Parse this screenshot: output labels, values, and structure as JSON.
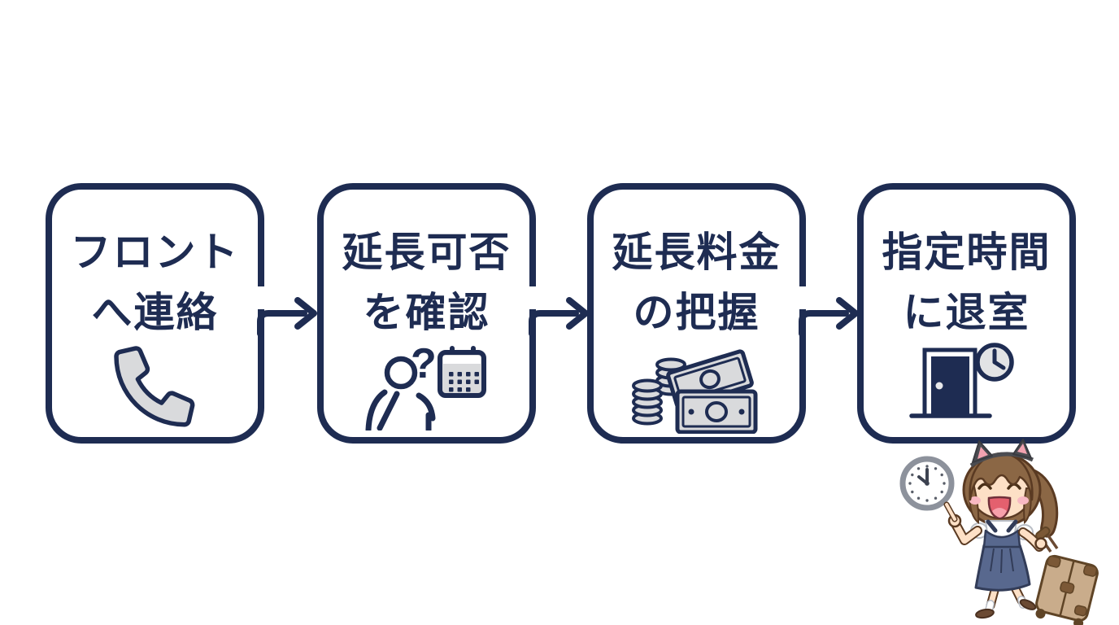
{
  "flow": {
    "steps": [
      {
        "line1": "フロント",
        "line2": "へ連絡",
        "icon": "phone-icon"
      },
      {
        "line1": "延長可否",
        "line2": "を確認",
        "icon": "thinking-person-calendar-icon",
        "icon_question_mark": "?"
      },
      {
        "line1": "延長料金",
        "line2": "の把握",
        "icon": "coins-banknotes-icon"
      },
      {
        "line1": "指定時間",
        "line2": "に退室",
        "icon": "door-clock-icon"
      }
    ],
    "connector_style": "right-arrow"
  },
  "colors": {
    "navy": "#1e2c52",
    "icon_gray": "#d9dadc",
    "background": "#ffffff",
    "hair_brown": "#8b6745",
    "dress_blue": "#58688e",
    "suitcase_tan": "#c9ac8b"
  },
  "character": {
    "name": "girl-traveler-with-suitcase",
    "wall_clock_time": "10:00"
  }
}
